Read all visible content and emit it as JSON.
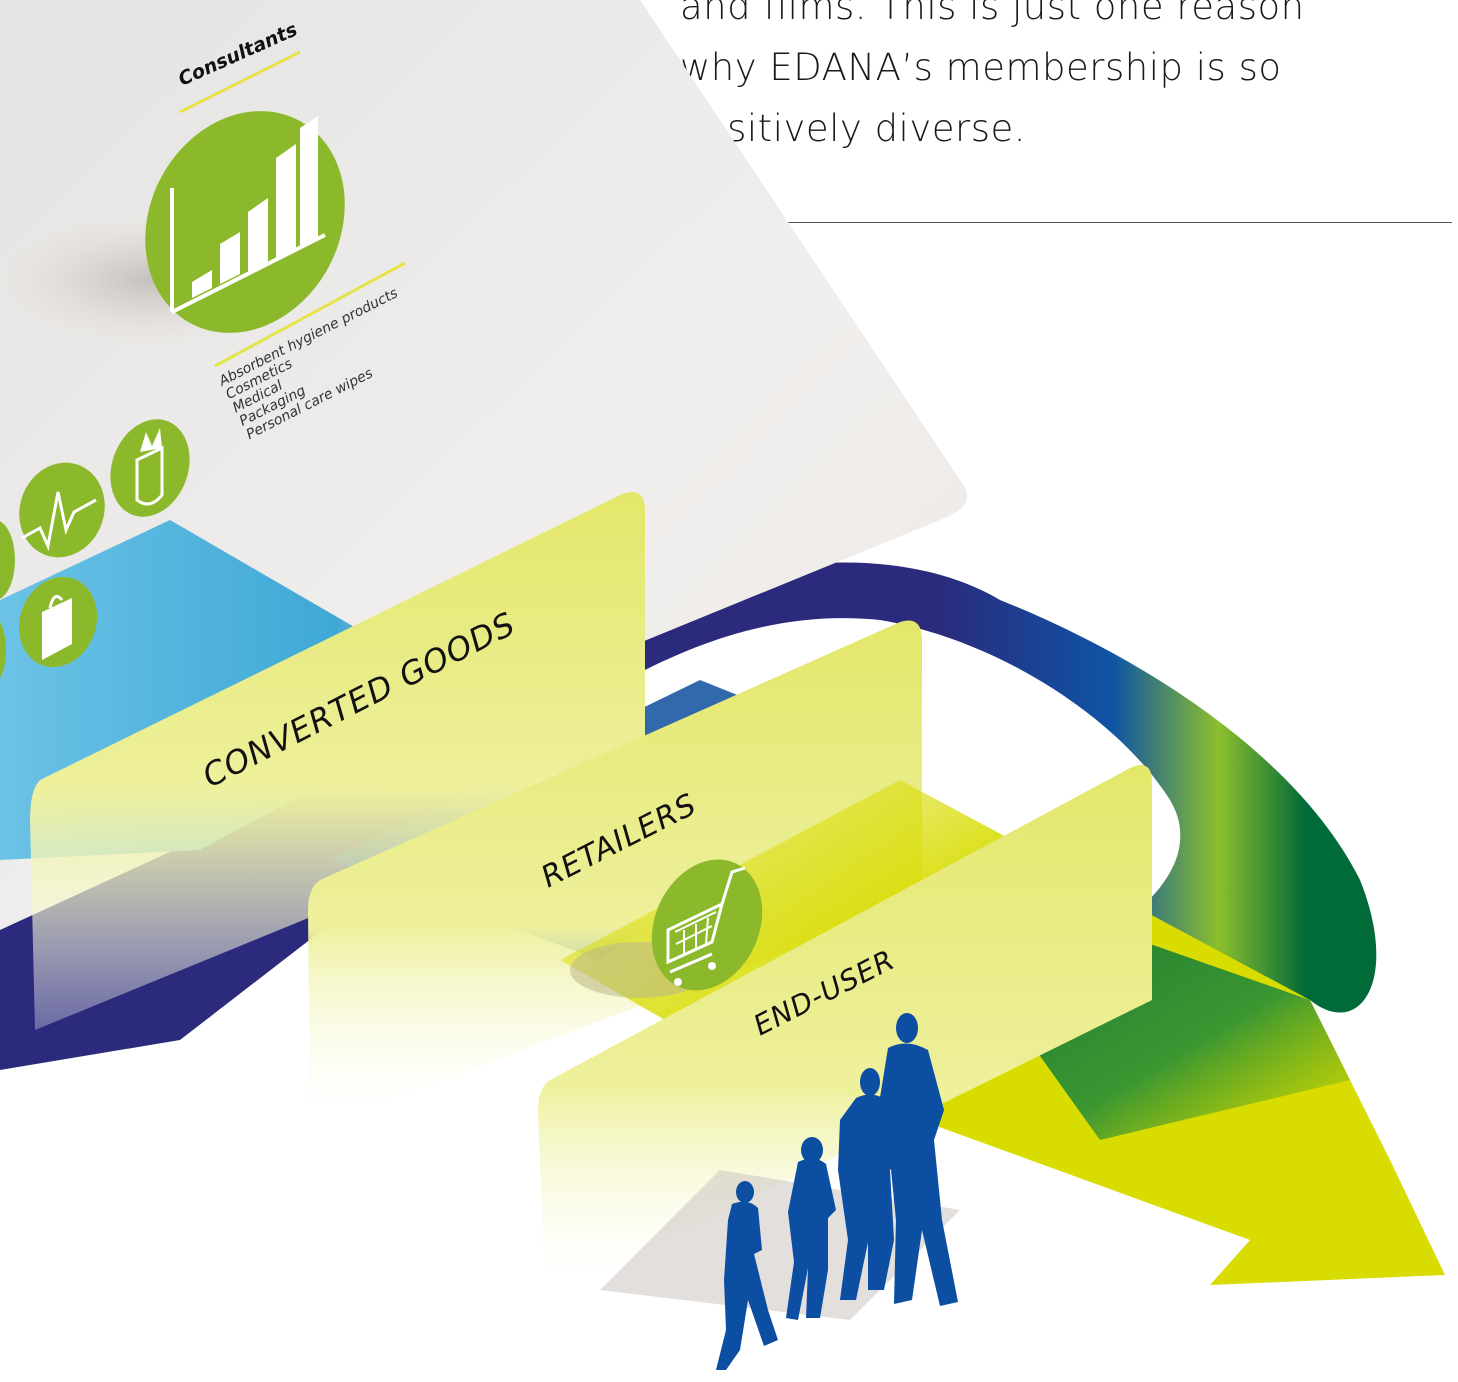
{
  "intro": {
    "lines": [
      "and films. This is just one reason",
      "why EDANA’s membership is so",
      "positively diverse."
    ]
  },
  "consultants_label": "Consultants",
  "applications": [
    "Absorbent hygiene products",
    "Cosmetics",
    "Medical",
    "Packaging",
    "Personal care wipes"
  ],
  "stages": {
    "converted_goods": "CONVERTED GOODS",
    "retailers": "RETAILERS",
    "end_user": "END-USER"
  },
  "icons": [
    "bar-chart-icon",
    "wipes-dispenser-icon",
    "heartbeat-icon",
    "shopping-bag-icon",
    "shopping-cart-icon",
    "family-silhouette-icon"
  ],
  "colors": {
    "lime": "#8cb92b",
    "yellow": "#e8eb7a",
    "navy": "#2b2a7c",
    "blue": "#0e4f9e",
    "sky": "#4cb2d8",
    "green": "#006a38",
    "arrow_yellow": "#d8dc00",
    "silhouette": "#0b4ea2"
  }
}
